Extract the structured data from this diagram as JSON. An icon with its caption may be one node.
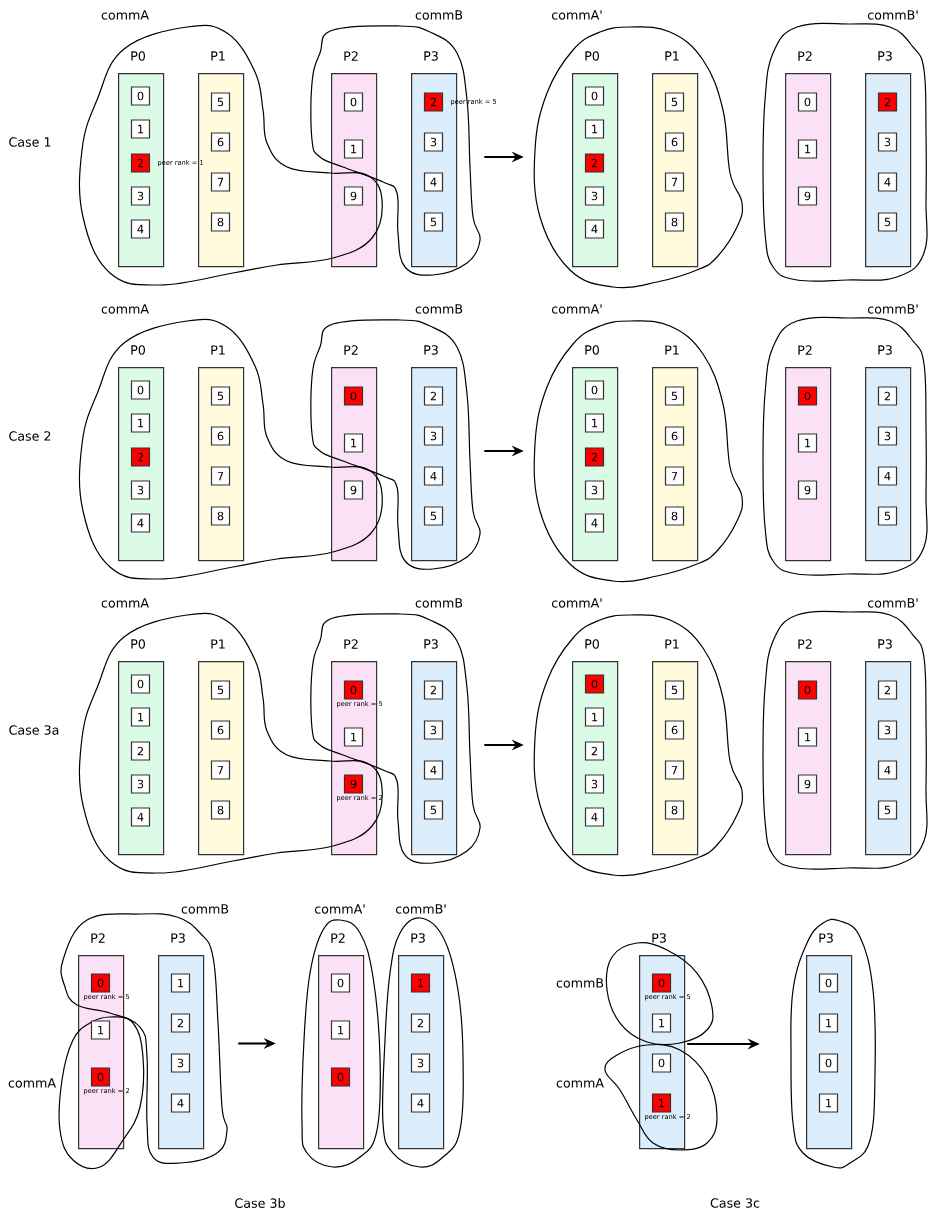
{
  "diagram": {
    "nodes": [
      {
        "text": [
          "commA"
        ]
      },
      {
        "text": [
          "P0"
        ],
        "in": 0
      },
      {
        "text": [
          "0"
        ],
        "in": 1
      },
      {
        "text": [
          "1"
        ],
        "in": 1
      },
      {
        "text": [
          "2"
        ],
        "in": 1,
        "beside": [
          "peer rank = 1"
        ]
      },
      {
        "text": [
          "3"
        ],
        "in": 1
      },
      {
        "text": [
          "4"
        ],
        "in": 1
      },
      {
        "text": [
          "P1"
        ],
        "in": 0
      },
      {
        "text": [
          "5"
        ],
        "in": 7
      },
      {
        "text": [
          "6"
        ],
        "in": 7
      },
      {
        "text": [
          "7"
        ],
        "in": 7
      },
      {
        "text": [
          "8"
        ],
        "in": 7
      },
      {
        "text": [
          "commB"
        ]
      },
      {
        "text": [
          "P2"
        ],
        "in": 12
      },
      {
        "text": [
          "0"
        ],
        "in": 13
      },
      {
        "text": [
          "1"
        ],
        "in": 13
      },
      {
        "text": [
          "9"
        ],
        "in": 13
      },
      {
        "text": [
          "P3"
        ],
        "in": 12
      },
      {
        "text": [
          "2"
        ],
        "in": 17,
        "beside": [
          "peer rank = 5"
        ]
      },
      {
        "text": [
          "3"
        ],
        "in": 17
      },
      {
        "text": [
          "4"
        ],
        "in": 17
      },
      {
        "text": [
          "5"
        ],
        "in": 17
      },
      {
        "text": [
          "commA'"
        ]
      },
      {
        "text": [
          "P0"
        ],
        "in": 22
      },
      {
        "text": [
          "0"
        ],
        "in": 23
      },
      {
        "text": [
          "1"
        ],
        "in": 23
      },
      {
        "text": [
          "2"
        ],
        "in": 23
      },
      {
        "text": [
          "3"
        ],
        "in": 23
      },
      {
        "text": [
          "4"
        ],
        "in": 23
      },
      {
        "text": [
          "P1"
        ],
        "in": 22
      },
      {
        "text": [
          "5"
        ],
        "in": 29
      },
      {
        "text": [
          "6"
        ],
        "in": 29
      },
      {
        "text": [
          "7"
        ],
        "in": 29
      },
      {
        "text": [
          "8"
        ],
        "in": 29
      },
      {
        "text": [
          "commB'"
        ]
      },
      {
        "text": [
          "P2"
        ],
        "in": 34
      },
      {
        "text": [
          "0"
        ],
        "in": 35
      },
      {
        "text": [
          "1"
        ],
        "in": 35
      },
      {
        "text": [
          "9"
        ],
        "in": 35
      },
      {
        "text": [
          "P3"
        ],
        "in": 34
      },
      {
        "text": [
          "2"
        ],
        "in": 39
      },
      {
        "text": [
          "3"
        ],
        "in": 39
      },
      {
        "text": [
          "4"
        ],
        "in": 39
      },
      {
        "text": [
          "5"
        ],
        "in": 39
      },
      {
        "text": [
          "commA"
        ]
      },
      {
        "text": [
          "P0"
        ],
        "in": 44
      },
      {
        "text": [
          "0"
        ],
        "in": 45
      },
      {
        "text": [
          "1"
        ],
        "in": 45
      },
      {
        "text": [
          "2"
        ],
        "in": 45
      },
      {
        "text": [
          "3"
        ],
        "in": 45
      },
      {
        "text": [
          "4"
        ],
        "in": 45
      },
      {
        "text": [
          "P1"
        ],
        "in": 44
      },
      {
        "text": [
          "5"
        ],
        "in": 51
      },
      {
        "text": [
          "6"
        ],
        "in": 51
      },
      {
        "text": [
          "7"
        ],
        "in": 51
      },
      {
        "text": [
          "8"
        ],
        "in": 51
      },
      {
        "text": [
          "commB"
        ]
      },
      {
        "text": [
          "P2"
        ],
        "in": 56
      },
      {
        "text": [
          "0"
        ],
        "in": 57
      },
      {
        "text": [
          "1"
        ],
        "in": 57
      },
      {
        "text": [
          "9"
        ],
        "in": 57
      },
      {
        "text": [
          "P3"
        ],
        "in": 56
      },
      {
        "text": [
          "2"
        ],
        "in": 61
      },
      {
        "text": [
          "3"
        ],
        "in": 61
      },
      {
        "text": [
          "4"
        ],
        "in": 61
      },
      {
        "text": [
          "5"
        ],
        "in": 61
      },
      {
        "text": [
          "commA'"
        ]
      },
      {
        "text": [
          "P0"
        ],
        "in": 66
      },
      {
        "text": [
          "0"
        ],
        "in": 67
      },
      {
        "text": [
          "1"
        ],
        "in": 67
      },
      {
        "text": [
          "2"
        ],
        "in": 67
      },
      {
        "text": [
          "3"
        ],
        "in": 67
      },
      {
        "text": [
          "4"
        ],
        "in": 67
      },
      {
        "text": [
          "P1"
        ],
        "in": 66
      },
      {
        "text": [
          "5"
        ],
        "in": 73
      },
      {
        "text": [
          "6"
        ],
        "in": 73
      },
      {
        "text": [
          "7"
        ],
        "in": 73
      },
      {
        "text": [
          "8"
        ],
        "in": 73
      },
      {
        "text": [
          "commB'"
        ]
      },
      {
        "text": [
          "P2"
        ],
        "in": 78
      },
      {
        "text": [
          "0"
        ],
        "in": 79
      },
      {
        "text": [
          "1"
        ],
        "in": 79
      },
      {
        "text": [
          "9"
        ],
        "in": 79
      },
      {
        "text": [
          "P3"
        ],
        "in": 78
      },
      {
        "text": [
          "2"
        ],
        "in": 83
      },
      {
        "text": [
          "3"
        ],
        "in": 83
      },
      {
        "text": [
          "4"
        ],
        "in": 83
      },
      {
        "text": [
          "5"
        ],
        "in": 83
      },
      {
        "text": [
          "commA"
        ]
      },
      {
        "text": [
          "P0"
        ],
        "in": 88
      },
      {
        "text": [
          "0"
        ],
        "in": 89
      },
      {
        "text": [
          "1"
        ],
        "in": 89
      },
      {
        "text": [
          "2"
        ],
        "in": 89
      },
      {
        "text": [
          "3"
        ],
        "in": 89
      },
      {
        "text": [
          "4"
        ],
        "in": 89
      },
      {
        "text": [
          "P1"
        ],
        "in": 88
      },
      {
        "text": [
          "5"
        ],
        "in": 95
      },
      {
        "text": [
          "6"
        ],
        "in": 95
      },
      {
        "text": [
          "7"
        ],
        "in": 95
      },
      {
        "text": [
          "8"
        ],
        "in": 95
      },
      {
        "text": [
          "commB"
        ]
      },
      {
        "text": [
          "P2"
        ],
        "in": 100
      },
      {
        "text": [
          "0"
        ],
        "in": 101,
        "beside": [
          "peer rank = 5"
        ]
      },
      {
        "text": [
          "1"
        ],
        "in": 101
      },
      {
        "text": [
          "9"
        ],
        "in": 101,
        "beside": [
          "peer rank = 2"
        ]
      },
      {
        "text": [
          "P3"
        ],
        "in": 100
      },
      {
        "text": [
          "2"
        ],
        "in": 105
      },
      {
        "text": [
          "3"
        ],
        "in": 105
      },
      {
        "text": [
          "4"
        ],
        "in": 105
      },
      {
        "text": [
          "5"
        ],
        "in": 105
      },
      {
        "text": [
          "commA'"
        ]
      },
      {
        "text": [
          "P0"
        ],
        "in": 110
      },
      {
        "text": [
          "0"
        ],
        "in": 111
      },
      {
        "text": [
          "1"
        ],
        "in": 111
      },
      {
        "text": [
          "2"
        ],
        "in": 111
      },
      {
        "text": [
          "3"
        ],
        "in": 111
      },
      {
        "text": [
          "4"
        ],
        "in": 111
      },
      {
        "text": [
          "P1"
        ],
        "in": 110
      },
      {
        "text": [
          "5"
        ],
        "in": 117
      },
      {
        "text": [
          "6"
        ],
        "in": 117
      },
      {
        "text": [
          "7"
        ],
        "in": 117
      },
      {
        "text": [
          "8"
        ],
        "in": 117
      },
      {
        "text": [
          "commB'"
        ]
      },
      {
        "text": [
          "P2"
        ],
        "in": 122
      },
      {
        "text": [
          "0"
        ],
        "in": 123
      },
      {
        "text": [
          "1"
        ],
        "in": 123
      },
      {
        "text": [
          "9"
        ],
        "in": 123
      },
      {
        "text": [
          "P3"
        ],
        "in": 122
      },
      {
        "text": [
          "2"
        ],
        "in": 127
      },
      {
        "text": [
          "3"
        ],
        "in": 127
      },
      {
        "text": [
          "4"
        ],
        "in": 127
      },
      {
        "text": [
          "5"
        ],
        "in": 127
      },
      {
        "text": [
          "commB"
        ]
      },
      {
        "text": [
          "P2"
        ],
        "in": 132
      },
      {
        "text": [
          "0"
        ],
        "in": 133,
        "beside": [
          "peer rank = 5"
        ]
      },
      {
        "text": [
          "1"
        ]
      },
      {
        "text": [
          "0"
        ],
        "beside": [
          "peer rank = 2"
        ]
      },
      {
        "text": [
          "P3"
        ],
        "in": 132
      },
      {
        "text": [
          "1"
        ],
        "in": 137
      },
      {
        "text": [
          "2"
        ],
        "in": 137
      },
      {
        "text": [
          "3"
        ],
        "in": 137
      },
      {
        "text": [
          "4"
        ],
        "in": 137
      },
      {
        "text": [
          "commA"
        ]
      },
      {
        "text": [
          "commA'"
        ]
      },
      {
        "text": [
          "P2"
        ],
        "in": 143
      },
      {
        "text": [
          "0"
        ],
        "in": 144
      },
      {
        "text": [
          "1"
        ],
        "in": 144
      },
      {
        "text": [
          "0"
        ],
        "in": 144
      },
      {
        "text": [
          "commB'"
        ]
      },
      {
        "text": [
          "P3"
        ],
        "in": 148
      },
      {
        "text": [
          "1"
        ],
        "in": 149
      },
      {
        "text": [
          "2"
        ],
        "in": 149
      },
      {
        "text": [
          "3"
        ],
        "in": 149
      },
      {
        "text": [
          "4"
        ],
        "in": 149
      },
      {
        "text": [
          "P3"
        ]
      },
      {
        "text": [
          "0"
        ],
        "beside": [
          "peer rank = 5"
        ]
      },
      {
        "text": [
          "1"
        ]
      },
      {
        "text": [
          "0"
        ]
      },
      {
        "text": [
          "1"
        ],
        "beside": [
          "peer rank = 2"
        ]
      },
      {
        "text": [
          "commB"
        ]
      },
      {
        "text": [
          "commA"
        ]
      },
      {
        "text": [],
        "shape": "blob"
      },
      {
        "text": [
          "P3"
        ],
        "in": 161
      },
      {
        "text": [
          "0"
        ],
        "in": 162
      },
      {
        "text": [
          "1"
        ],
        "in": 162
      },
      {
        "text": [
          "0"
        ],
        "in": 162
      },
      {
        "text": [
          "1"
        ],
        "in": 162
      }
    ],
    "edges": [
      {
        "from": 12,
        "to": 22,
        "arrow": "to"
      },
      {
        "from": 56,
        "to": 66,
        "arrow": "to"
      },
      {
        "from": 100,
        "to": 110,
        "arrow": "to"
      },
      {
        "from": 132,
        "to": 143,
        "arrow": "to"
      },
      {
        "from": 154,
        "to": 161,
        "arrow": "to"
      }
    ],
    "labels": [
      "Case 1",
      "Case 2",
      "Case 3a",
      "Case 3b",
      "Case 3c"
    ]
  }
}
